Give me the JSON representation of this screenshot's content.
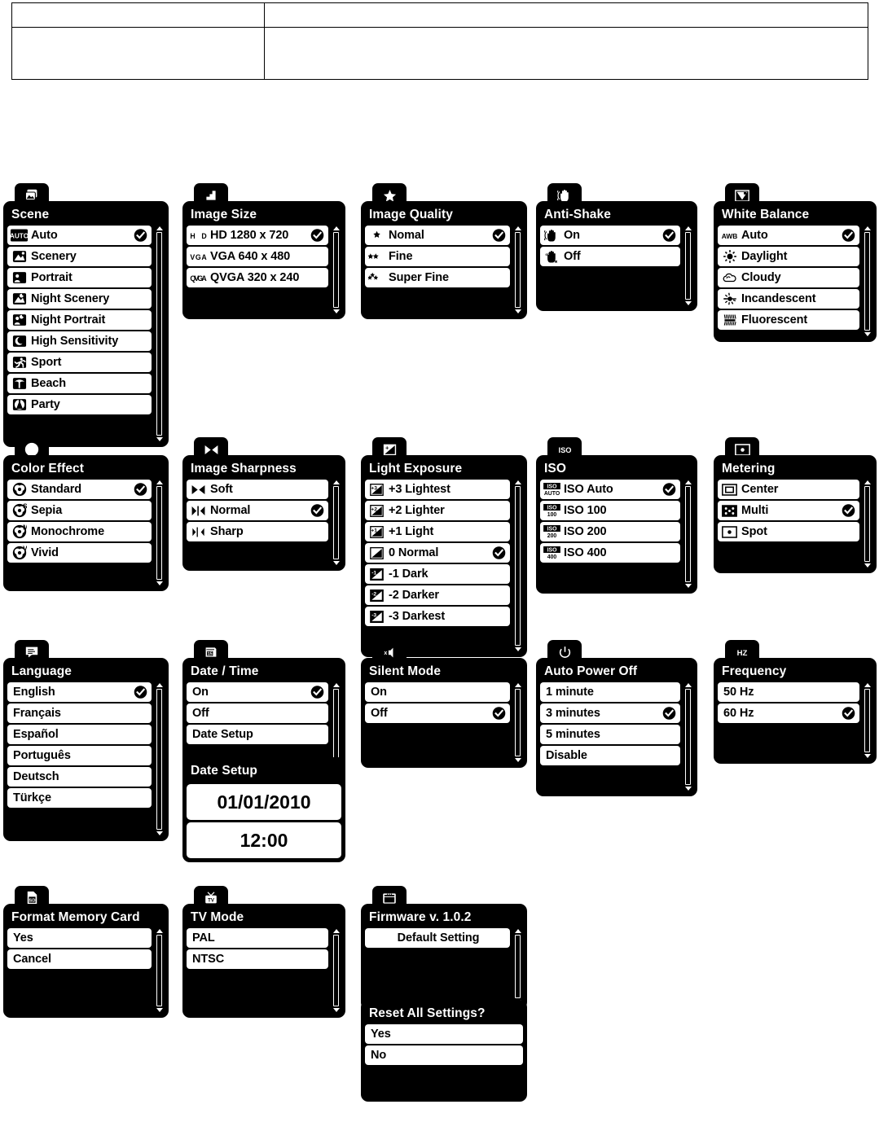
{
  "document": {
    "table": {
      "rows": [
        {
          "cells": [
            "",
            ""
          ]
        },
        {
          "cells": [
            "",
            ""
          ]
        }
      ]
    }
  },
  "menus": [
    {
      "id": "scene",
      "tab_icon": "scene-icon",
      "title": "Scene",
      "selected": "Auto",
      "items": [
        {
          "icon": "auto-icon",
          "label": "Auto",
          "checked": true
        },
        {
          "icon": "scenery-icon",
          "label": "Scenery",
          "checked": false
        },
        {
          "icon": "portrait-icon",
          "label": "Portrait",
          "checked": false
        },
        {
          "icon": "night-scenery-icon",
          "label": "Night Scenery",
          "checked": false
        },
        {
          "icon": "night-portrait-icon",
          "label": "Night Portrait",
          "checked": false
        },
        {
          "icon": "high-sensitivity-icon",
          "label": "High Sensitivity",
          "checked": false
        },
        {
          "icon": "sport-icon",
          "label": "Sport",
          "checked": false
        },
        {
          "icon": "beach-icon",
          "label": "Beach",
          "checked": false
        },
        {
          "icon": "party-icon",
          "label": "Party",
          "checked": false
        }
      ]
    },
    {
      "id": "image-size",
      "tab_icon": "image-size-icon",
      "title": "Image Size",
      "selected": "HD 1280 x 720",
      "items": [
        {
          "icon": "hd-badge-icon",
          "label": "HD 1280 x 720",
          "checked": true
        },
        {
          "icon": "vga-badge-icon",
          "label": "VGA 640 x 480",
          "checked": false
        },
        {
          "icon": "qvga-badge-icon",
          "label": "QVGA 320 x 240",
          "checked": false
        }
      ]
    },
    {
      "id": "image-quality",
      "tab_icon": "star-icon",
      "title": "Image Quality",
      "selected": "Nomal",
      "items": [
        {
          "icon": "one-star-icon",
          "label": "Nomal",
          "checked": true
        },
        {
          "icon": "two-star-icon",
          "label": "Fine",
          "checked": false
        },
        {
          "icon": "three-star-icon",
          "label": "Super Fine",
          "checked": false
        }
      ]
    },
    {
      "id": "anti-shake",
      "tab_icon": "anti-shake-icon",
      "title": "Anti-Shake",
      "selected": "On",
      "items": [
        {
          "icon": "shake-on-icon",
          "label": "On",
          "checked": true
        },
        {
          "icon": "shake-off-icon",
          "label": "Off",
          "checked": false
        }
      ]
    },
    {
      "id": "white-balance",
      "tab_icon": "white-balance-icon",
      "title": "White Balance",
      "selected": "Auto",
      "items": [
        {
          "icon": "awb-icon",
          "label": "Auto",
          "checked": true
        },
        {
          "icon": "daylight-icon",
          "label": "Daylight",
          "checked": false
        },
        {
          "icon": "cloudy-icon",
          "label": "Cloudy",
          "checked": false
        },
        {
          "icon": "incandescent-icon",
          "label": "Incandescent",
          "checked": false
        },
        {
          "icon": "fluorescent-icon",
          "label": "Fluorescent",
          "checked": false
        }
      ]
    },
    {
      "id": "color-effect",
      "tab_icon": "color-effect-icon",
      "title": "Color Effect",
      "selected": "Standard",
      "items": [
        {
          "icon": "standard-color-icon",
          "label": "Standard",
          "checked": true
        },
        {
          "icon": "sepia-icon",
          "label": "Sepia",
          "checked": false
        },
        {
          "icon": "monochrome-icon",
          "label": "Monochrome",
          "checked": false
        },
        {
          "icon": "vivid-icon",
          "label": "Vivid",
          "checked": false
        }
      ]
    },
    {
      "id": "image-sharpness",
      "tab_icon": "sharpness-icon",
      "title": "Image Sharpness",
      "selected": "Normal",
      "items": [
        {
          "icon": "soft-icon",
          "label": "Soft",
          "checked": false
        },
        {
          "icon": "normal-sharp-icon",
          "label": "Normal",
          "checked": true
        },
        {
          "icon": "sharp-icon",
          "label": "Sharp",
          "checked": false
        }
      ]
    },
    {
      "id": "light-exposure",
      "tab_icon": "exposure-icon",
      "title": "Light Exposure",
      "selected": "0 Normal",
      "items": [
        {
          "icon": "ev-plus3-icon",
          "label": "+3 Lightest",
          "checked": false
        },
        {
          "icon": "ev-plus2-icon",
          "label": "+2 Lighter",
          "checked": false
        },
        {
          "icon": "ev-plus1-icon",
          "label": "+1 Light",
          "checked": false
        },
        {
          "icon": "ev-zero-icon",
          "label": "0 Normal",
          "checked": true
        },
        {
          "icon": "ev-minus1-icon",
          "label": "-1 Dark",
          "checked": false
        },
        {
          "icon": "ev-minus2-icon",
          "label": "-2 Darker",
          "checked": false
        },
        {
          "icon": "ev-minus3-icon",
          "label": "-3 Darkest",
          "checked": false
        }
      ]
    },
    {
      "id": "iso",
      "tab_icon": "iso-icon",
      "title": "ISO",
      "selected": "ISO Auto",
      "items": [
        {
          "icon": "iso-auto-icon",
          "label": "ISO Auto",
          "checked": true
        },
        {
          "icon": "iso-100-icon",
          "label": "ISO 100",
          "checked": false
        },
        {
          "icon": "iso-200-icon",
          "label": "ISO 200",
          "checked": false
        },
        {
          "icon": "iso-400-icon",
          "label": "ISO 400",
          "checked": false
        }
      ]
    },
    {
      "id": "metering",
      "tab_icon": "metering-icon",
      "title": "Metering",
      "selected": "Multi",
      "items": [
        {
          "icon": "center-metering-icon",
          "label": "Center",
          "checked": false
        },
        {
          "icon": "multi-metering-icon",
          "label": "Multi",
          "checked": true
        },
        {
          "icon": "spot-metering-icon",
          "label": "Spot",
          "checked": false
        }
      ]
    },
    {
      "id": "language",
      "tab_icon": "language-icon",
      "title": "Language",
      "selected": "English",
      "items": [
        {
          "icon": "",
          "label": "English",
          "checked": true
        },
        {
          "icon": "",
          "label": "Français",
          "checked": false
        },
        {
          "icon": "",
          "label": "Español",
          "checked": false
        },
        {
          "icon": "",
          "label": "Português",
          "checked": false
        },
        {
          "icon": "",
          "label": "Deutsch",
          "checked": false
        },
        {
          "icon": "",
          "label": "Türkçe",
          "checked": false
        }
      ]
    },
    {
      "id": "date-time",
      "tab_icon": "calendar-icon",
      "title": "Date / Time",
      "selected": "On",
      "items": [
        {
          "icon": "",
          "label": "On",
          "checked": true
        },
        {
          "icon": "",
          "label": "Off",
          "checked": false
        },
        {
          "icon": "",
          "label": "Date Setup",
          "checked": false
        }
      ]
    },
    {
      "id": "silent-mode",
      "tab_icon": "silent-icon",
      "title": "Silent Mode",
      "selected": "Off",
      "items": [
        {
          "icon": "",
          "label": "On",
          "checked": false
        },
        {
          "icon": "",
          "label": "Off",
          "checked": true
        }
      ]
    },
    {
      "id": "auto-power-off",
      "tab_icon": "power-icon",
      "title": "Auto Power Off",
      "selected": "3 minutes",
      "items": [
        {
          "icon": "",
          "label": "1 minute",
          "checked": false
        },
        {
          "icon": "",
          "label": "3 minutes",
          "checked": true
        },
        {
          "icon": "",
          "label": "5 minutes",
          "checked": false
        },
        {
          "icon": "",
          "label": "Disable",
          "checked": false
        }
      ]
    },
    {
      "id": "frequency",
      "tab_icon": "hz-icon",
      "title": "Frequency",
      "selected": "60 Hz",
      "items": [
        {
          "icon": "",
          "label": "50 Hz",
          "checked": false
        },
        {
          "icon": "",
          "label": "60 Hz",
          "checked": true
        }
      ]
    },
    {
      "id": "format-memory-card",
      "tab_icon": "sd-card-icon",
      "title": "Format Memory Card",
      "selected": "",
      "items": [
        {
          "icon": "",
          "label": "Yes",
          "checked": false
        },
        {
          "icon": "",
          "label": "Cancel",
          "checked": false
        }
      ]
    },
    {
      "id": "tv-mode",
      "tab_icon": "tv-icon",
      "title": "TV  Mode",
      "selected": "",
      "items": [
        {
          "icon": "",
          "label": "PAL",
          "checked": false
        },
        {
          "icon": "",
          "label": "NTSC",
          "checked": false
        }
      ]
    },
    {
      "id": "firmware",
      "tab_icon": "firmware-icon",
      "title": "Firmware v. 1.0.2",
      "selected": "",
      "items": [
        {
          "icon": "",
          "label": "Default Setting",
          "checked": false,
          "center": true
        }
      ]
    }
  ],
  "subpanels": {
    "date_setup": {
      "title": "Date Setup",
      "date_value": "01/01/2010",
      "time_value": "12:00"
    },
    "reset_all": {
      "title": "Reset All Settings?",
      "items": [
        {
          "label": "Yes"
        },
        {
          "label": "No"
        }
      ]
    }
  }
}
